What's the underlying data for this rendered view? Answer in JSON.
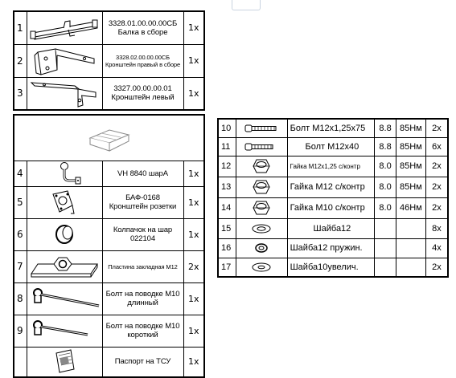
{
  "left_top": [
    {
      "num": "1",
      "desc": "3328.01.00.00.00СБ\nБалка в сборе",
      "qty": "1x",
      "icon": "beam-assembly-icon"
    },
    {
      "num": "2",
      "desc": "3328.02.00.00.00СБ\nКронштейн правый в сборе",
      "qty": "1x",
      "icon": "right-bracket-icon"
    },
    {
      "num": "3",
      "desc": "3327.00.00.00.01\nКронштейн левый",
      "qty": "1x",
      "icon": "left-bracket-icon"
    }
  ],
  "left_bottom": [
    {
      "num": "4",
      "desc": "VH 8840 шарА",
      "qty": "1x",
      "icon": "tow-ball-icon"
    },
    {
      "num": "5",
      "desc": "БАФ-0168\nКронштейн розетки",
      "qty": "1x",
      "icon": "socket-bracket-icon"
    },
    {
      "num": "6",
      "desc": "Колпачок на шар\n022104",
      "qty": "1x",
      "icon": "ball-cap-icon"
    },
    {
      "num": "7",
      "desc": "Пластина закладная М12",
      "qty": "2x",
      "icon": "embedded-plate-icon"
    },
    {
      "num": "8",
      "desc": "Болт на поводке М10\nдлинный",
      "qty": "1x",
      "icon": "long-leash-bolt-icon"
    },
    {
      "num": "9",
      "desc": "Болт на поводке М10\nкороткий",
      "qty": "1x",
      "icon": "short-leash-bolt-icon"
    },
    {
      "num": "",
      "desc": "Паспорт на ТСУ",
      "qty": "1x",
      "icon": "passport-booklet-icon"
    }
  ],
  "right_table": [
    {
      "num": "10",
      "name": "Болт М12х1,25х75",
      "grade": "8.8",
      "torque": "85Нм",
      "qty": "2x",
      "icon": "bolt-icon"
    },
    {
      "num": "11",
      "name": "Болт М12х40",
      "grade": "8.8",
      "torque": "85Нм",
      "qty": "6x",
      "icon": "bolt-icon"
    },
    {
      "num": "12",
      "name": "Гайка М12х1,25 с/контр",
      "grade": "8.0",
      "torque": "85Нм",
      "qty": "2x",
      "icon": "nut-icon"
    },
    {
      "num": "13",
      "name": "Гайка М12 с/контр",
      "grade": "8.0",
      "torque": "85Нм",
      "qty": "2x",
      "icon": "nut-icon"
    },
    {
      "num": "14",
      "name": "Гайка М10 с/контр",
      "grade": "8.0",
      "torque": "46Нм",
      "qty": "2x",
      "icon": "nut-icon"
    },
    {
      "num": "15",
      "name": "Шайба12",
      "grade": "",
      "torque": "",
      "qty": "8x",
      "icon": "washer-icon"
    },
    {
      "num": "16",
      "name": "Шайба12 пружин.",
      "grade": "",
      "torque": "",
      "qty": "4x",
      "icon": "spring-washer-icon"
    },
    {
      "num": "17",
      "name": "Шайба10увелич.",
      "grade": "",
      "torque": "",
      "qty": "2x",
      "icon": "large-washer-icon"
    }
  ]
}
